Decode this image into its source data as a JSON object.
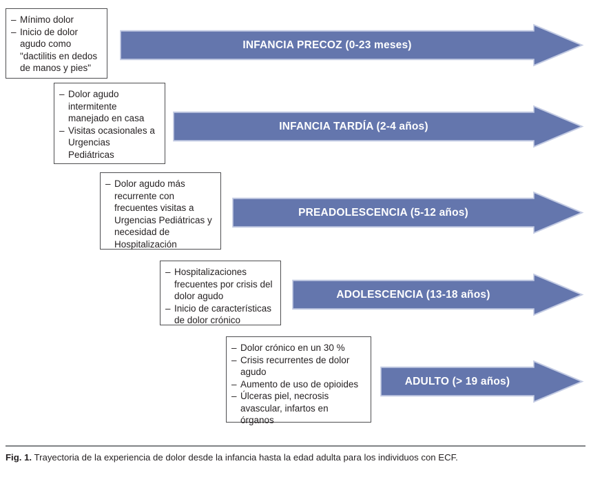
{
  "figure": {
    "caption_label": "Fig. 1.",
    "caption_text": "Trayectoria de la experiencia de dolor desde la infancia hasta la edad adulta para los individuos con ECF.",
    "arrow_color": "#6476ad",
    "arrow_border_color": "#c3cbe3",
    "box_border_color": "#4d4d4f",
    "text_color": "#231f20",
    "label_color": "#ffffff",
    "rule_color": "#808285"
  },
  "stages": [
    {
      "id": "infancia-precoz",
      "arrow_label": "INFANCIA PRECOZ (0-23 meses)",
      "stage_name": "INFANCIA PRECOZ",
      "age_range": "(0-23 meses)",
      "bullets": [
        "Mínimo dolor",
        "Inicio de dolor agudo como \"dactilitis en dedos de manos y pies\""
      ]
    },
    {
      "id": "infancia-tardia",
      "arrow_label": "INFANCIA TARDÍA (2-4 años)",
      "stage_name": "INFANCIA TARDÍA",
      "age_range": "(2-4 años)",
      "bullets": [
        "Dolor agudo intermitente manejado en casa",
        "Visitas ocasionales a Urgencias Pediátricas"
      ]
    },
    {
      "id": "preadolescencia",
      "arrow_label": "PREADOLESCENCIA (5-12 años)",
      "stage_name": "PREADOLESCENCIA",
      "age_range": "(5-12 años)",
      "bullets": [
        "Dolor agudo más recurrente con frecuentes visitas a Urgencias Pediátricas y necesidad de Hospitalización"
      ]
    },
    {
      "id": "adolescencia",
      "arrow_label": "ADOLESCENCIA (13-18 años)",
      "stage_name": "ADOLESCENCIA",
      "age_range": "(13-18 años)",
      "bullets": [
        "Hospitalizaciones frecuentes por crisis del dolor agudo",
        "Inicio de características de dolor crónico"
      ]
    },
    {
      "id": "adulto",
      "arrow_label": "ADULTO (> 19 años)",
      "stage_name": "ADULTO",
      "age_range": "(> 19 años)",
      "bullets": [
        "Dolor crónico en un 30 %",
        "Crisis recurrentes de dolor agudo",
        "Aumento de uso de opioides",
        "Úlceras piel, necrosis avascular, infartos en órganos"
      ]
    }
  ]
}
